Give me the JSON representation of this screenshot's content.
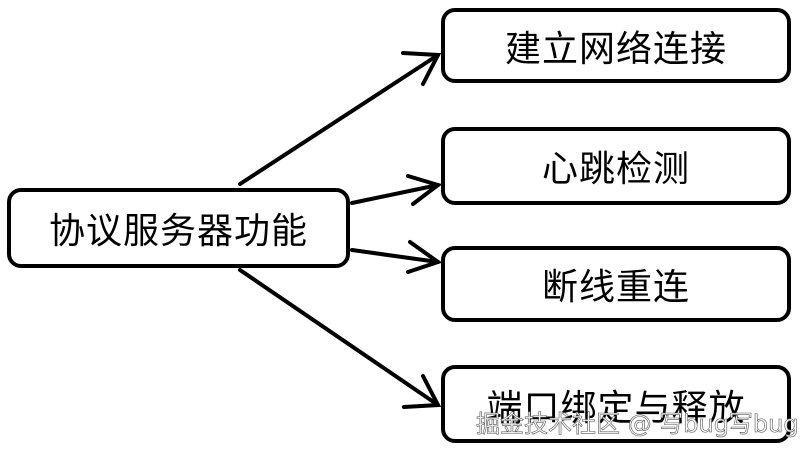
{
  "diagram": {
    "root": {
      "label": "协议服务器功能"
    },
    "children": [
      {
        "label": "建立网络连接"
      },
      {
        "label": "心跳检测"
      },
      {
        "label": "断线重连"
      },
      {
        "label": "端口绑定与释放"
      }
    ],
    "edges": [
      {
        "from": "root",
        "to": 0
      },
      {
        "from": "root",
        "to": 1
      },
      {
        "from": "root",
        "to": 2
      },
      {
        "from": "root",
        "to": 3
      }
    ]
  },
  "watermark": "掘金技术社区 @ 写bug写bug"
}
